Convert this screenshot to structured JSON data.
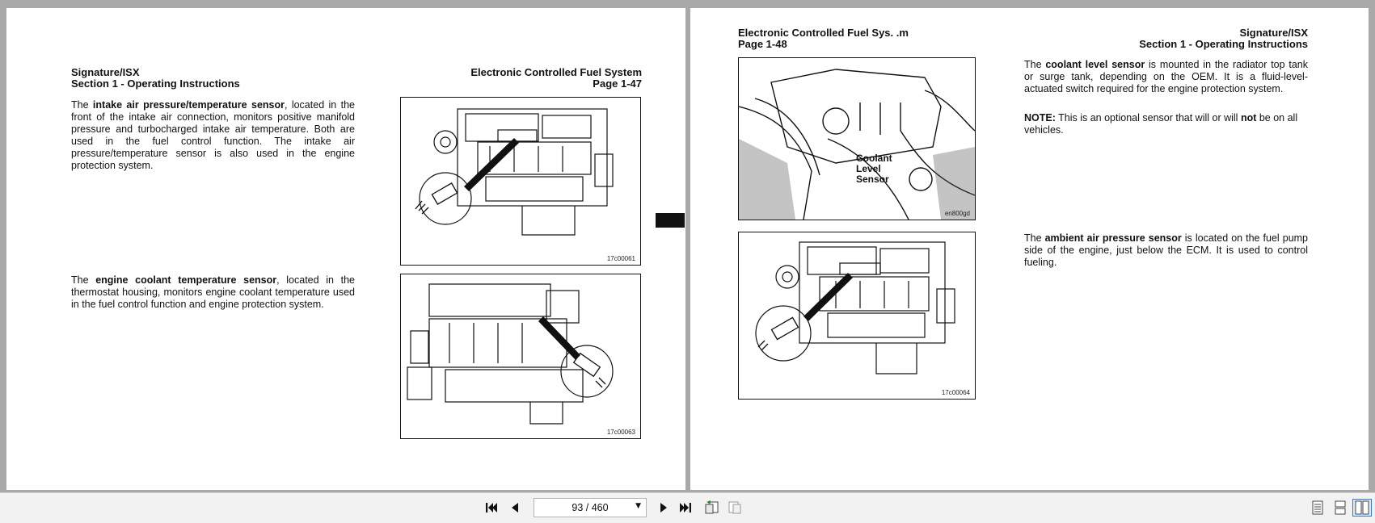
{
  "left_page": {
    "header_left_line1": "Signature/ISX",
    "header_left_line2": "Section 1 - Operating Instructions",
    "header_right_line1": "Electronic Controlled Fuel System",
    "header_right_line2": "Page 1-47",
    "para1": {
      "pre": "The ",
      "bold": "intake air pressure/temperature sensor",
      "post": ", located in the front of the intake air connection, monitors positive manifold pressure and turbocharged intake air temperature. Both are used in the fuel control function. The intake air pressure/temperature sensor is also used in the engine protection system."
    },
    "para2": {
      "pre": "The ",
      "bold": "engine coolant temperature sensor",
      "post": ", located in the thermostat housing, monitors engine coolant temperature used in the fuel control function and engine protection system."
    },
    "fig1_code": "17c00061",
    "fig2_code": "17c00063"
  },
  "right_page": {
    "header_left_line1": "Electronic Controlled Fuel Sys. .m",
    "header_left_line2": "Page 1-48",
    "header_right_line1": "Signature/ISX",
    "header_right_line2": "Section 1 - Operating Instructions",
    "para1": {
      "pre": "The ",
      "bold": "coolant level sensor",
      "post": " is mounted in the radiator top tank or surge tank, depending on the OEM. It is a fluid-level-actuated switch required for the engine protection system."
    },
    "note": {
      "label": "NOTE:",
      "pre": " This is an optional sensor that will or will ",
      "bold": "not",
      "post": " be on all vehicles."
    },
    "para2": {
      "pre": "The ",
      "bold": "ambient air pressure sensor",
      "post": " is located on the fuel pump side of the engine, just below the ECM. It is used to control fueling."
    },
    "fig1_label_line1": "Coolant",
    "fig1_label_line2": "Level",
    "fig1_label_line3": "Sensor",
    "fig1_code": "en800gd",
    "fig2_code": "17c00064"
  },
  "toolbar": {
    "first_icon": "first-page-icon",
    "prev_icon": "prev-page-icon",
    "page_indicator": "93 / 460",
    "next_icon": "next-page-icon",
    "last_icon": "last-page-icon",
    "back_icon": "go-back-icon",
    "forward_icon": "go-forward-icon",
    "single_page_icon": "single-page-view-icon",
    "continuous_icon": "continuous-view-icon",
    "two_page_icon": "two-page-view-icon"
  },
  "colors": {
    "background": "#a9a9a9",
    "page": "#ffffff",
    "toolbar": "#f2f2f2",
    "active_view_accent": "#3a78d6"
  }
}
